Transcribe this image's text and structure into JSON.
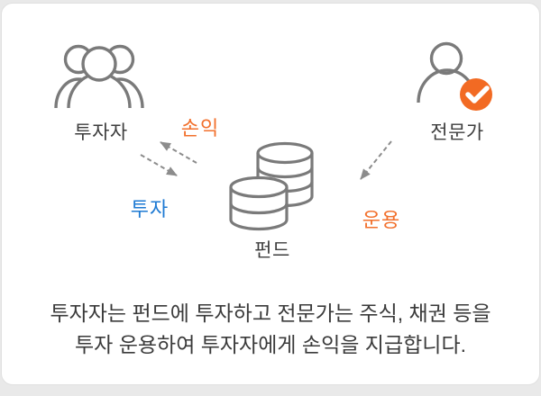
{
  "diagram": {
    "investor": {
      "label": "투자자",
      "icon": "investors-group-icon"
    },
    "expert": {
      "label": "전문가",
      "icon": "expert-person-icon",
      "badge_icon": "check-badge-icon",
      "badge_color": "#F26A23"
    },
    "fund": {
      "label": "펀드",
      "icon": "fund-coins-icon"
    },
    "flows": {
      "profit_loss": {
        "label": "손익",
        "color": "#F2702C",
        "direction": "fund-to-investor"
      },
      "invest": {
        "label": "투자",
        "color": "#1E7AD3",
        "direction": "investor-to-fund"
      },
      "manage": {
        "label": "운용",
        "color": "#F2702C",
        "direction": "expert-to-fund"
      }
    }
  },
  "caption": {
    "line1": "투자자는 펀드에 투자하고 전문가는 주식, 채권 등을",
    "line2": "투자 운용하여 투자자에게 손익을 지급합니다."
  },
  "colors": {
    "icon_stroke": "#7a7a7a",
    "arrow": "#8c8c8c",
    "text_dark": "#3a3a3a",
    "orange": "#F2702C",
    "blue": "#1E7AD3",
    "card_background": "#ffffff",
    "page_background": "#e9e9e9"
  }
}
